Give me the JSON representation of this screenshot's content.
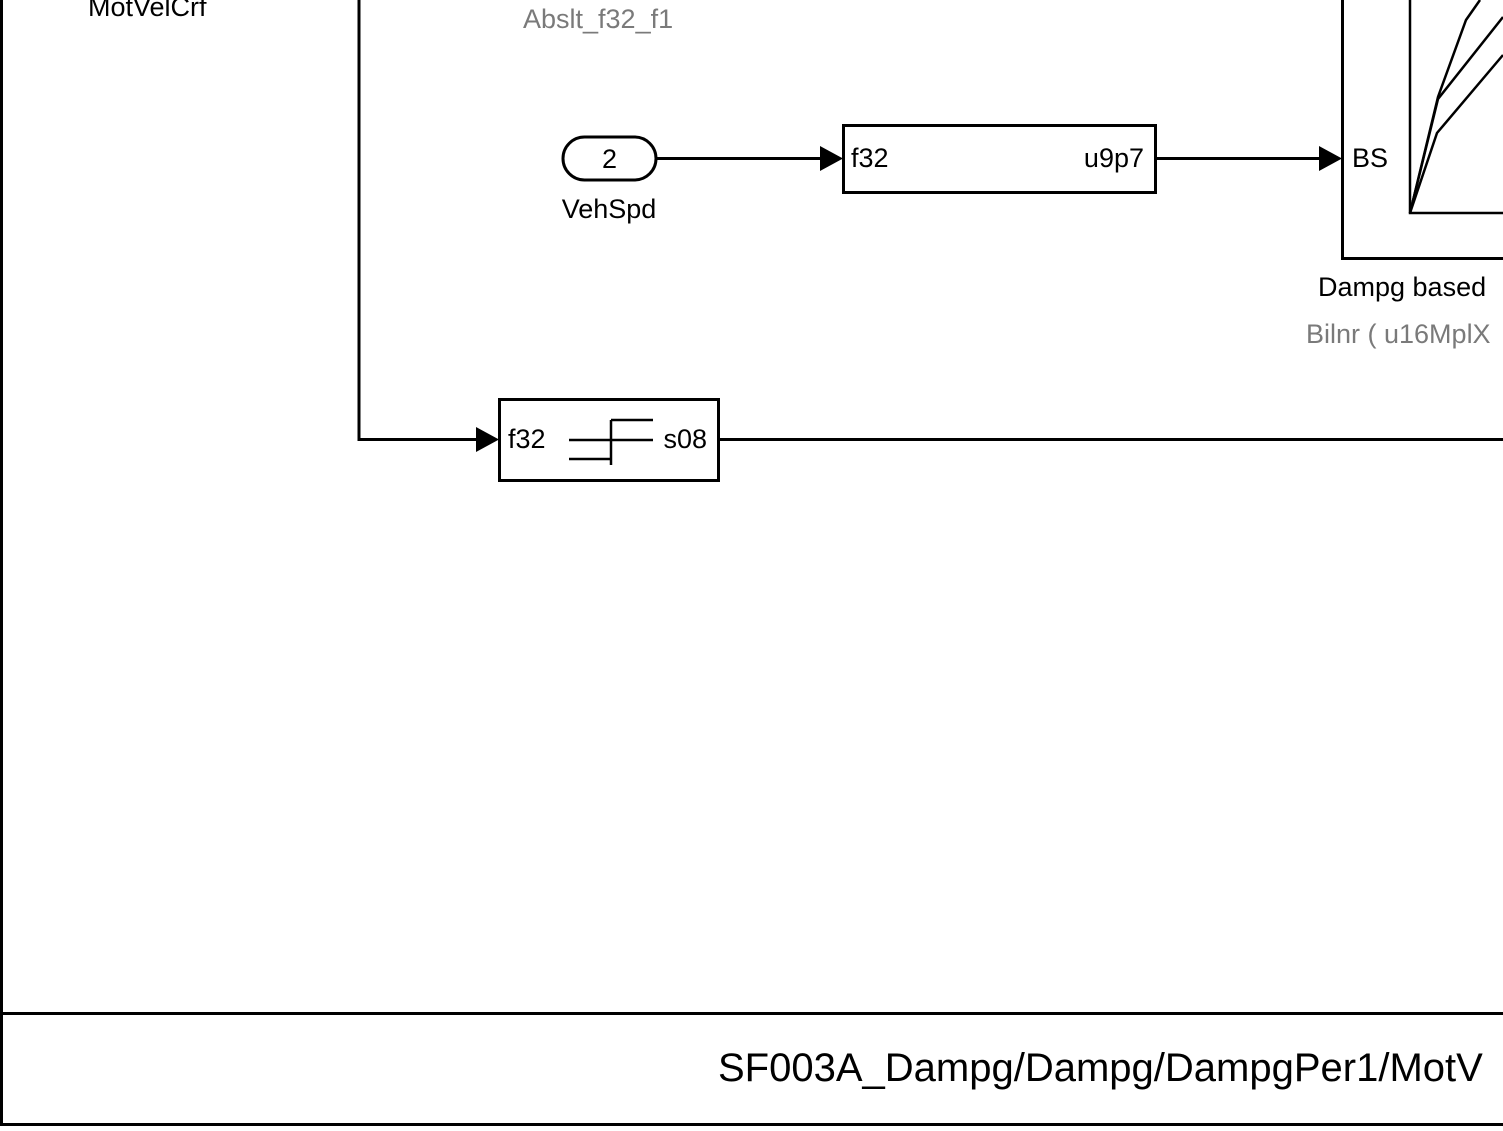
{
  "diagram": {
    "top_left_label": "MotVelCrf",
    "abslt_block_name": "Abslt_f32_f1",
    "inport": {
      "number": "2",
      "name": "VehSpd"
    },
    "convert_block": {
      "in_port": "f32",
      "out_port": "u9p7"
    },
    "lookup_block": {
      "in_port": "BS",
      "title": "Dampg based",
      "subtitle": "Bilnr ( u16MplX"
    },
    "sign_block": {
      "in_port": "f32",
      "out_port": "s08"
    }
  },
  "footer": {
    "path": "SF003A_Dampg/Dampg/DampgPer1/MotV"
  }
}
